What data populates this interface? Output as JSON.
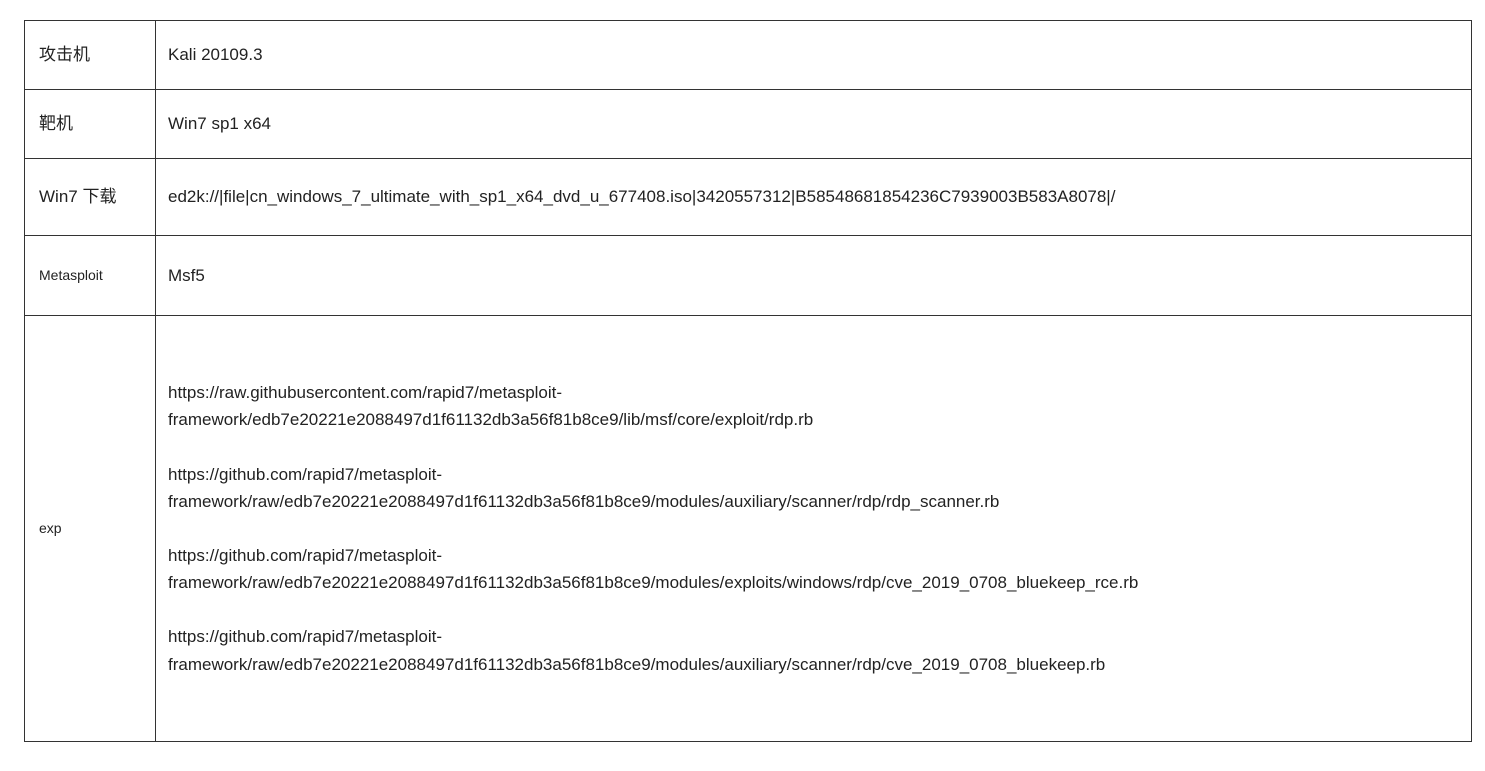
{
  "table": {
    "rows": [
      {
        "key": "攻击机",
        "value": "Kali 20109.3"
      },
      {
        "key": "靶机",
        "value": "Win7 sp1 x64"
      },
      {
        "key": "Win7 下载",
        "value": "ed2k://|file|cn_windows_7_ultimate_with_sp1_x64_dvd_u_677408.iso|3420557312|B58548681854236C7939003B583A8078|/"
      },
      {
        "key": "Metasploit",
        "value": "Msf5"
      },
      {
        "key": "exp"
      }
    ],
    "exp_links": [
      {
        "line1": "https://raw.githubusercontent.com/rapid7/metasploit-",
        "line2": "framework/edb7e20221e2088497d1f61132db3a56f81b8ce9/lib/msf/core/exploit/rdp.rb"
      },
      {
        "line1": "https://github.com/rapid7/metasploit-",
        "line2": "framework/raw/edb7e20221e2088497d1f61132db3a56f81b8ce9/modules/auxiliary/scanner/rdp/rdp_scanner.rb"
      },
      {
        "line1": "https://github.com/rapid7/metasploit-",
        "line2": "framework/raw/edb7e20221e2088497d1f61132db3a56f81b8ce9/modules/exploits/windows/rdp/cve_2019_0708_bluekeep_rce.rb"
      },
      {
        "line1": "https://github.com/rapid7/metasploit-",
        "line2": "framework/raw/edb7e20221e2088497d1f61132db3a56f81b8ce9/modules/auxiliary/scanner/rdp/cve_2019_0708_bluekeep.rb"
      }
    ]
  }
}
